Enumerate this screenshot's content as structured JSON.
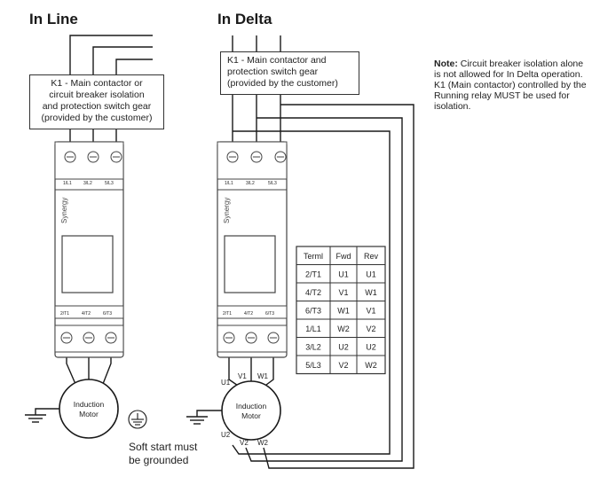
{
  "in_line": {
    "title": "In Line",
    "k1_box": [
      "K1 - Main contactor or",
      "circuit breaker isolation",
      "and protection switch gear",
      "(provided by the customer)"
    ],
    "motor_label": [
      "Induction",
      "Motor"
    ],
    "ground_note": [
      "Soft start must",
      "be grounded"
    ]
  },
  "in_delta": {
    "title": "In Delta",
    "k1_box": [
      "K1 - Main contactor and",
      "protection switch gear",
      "(provided by the customer)"
    ],
    "motor_label": [
      "Induction",
      "Motor"
    ],
    "terminals": {
      "u1": "U1",
      "v1": "V1",
      "w1": "W1",
      "u2": "U2",
      "v2": "V2",
      "w2": "W2"
    }
  },
  "device": {
    "brand": "Synergy",
    "top_terminals": [
      "1/L1",
      "3/L2",
      "5/L3"
    ],
    "bottom_terminals": [
      "2/T1",
      "4/T2",
      "6/T3"
    ]
  },
  "note": {
    "bold": "Note:",
    "text": "Circuit breaker isolation alone is not allowed for In Delta operation. K1 (Main contactor) controlled by the Running relay MUST be used for isolation."
  },
  "table": {
    "headers": [
      "Terml",
      "Fwd",
      "Rev"
    ],
    "rows": [
      [
        "2/T1",
        "U1",
        "U1"
      ],
      [
        "4/T2",
        "V1",
        "W1"
      ],
      [
        "6/T3",
        "W1",
        "V1"
      ],
      [
        "1/L1",
        "W2",
        "V2"
      ],
      [
        "3/L2",
        "U2",
        "U2"
      ],
      [
        "5/L3",
        "V2",
        "W2"
      ]
    ]
  },
  "colors": {
    "line": "#1a1a1a",
    "device_body": "#ffffff",
    "device_stroke": "#444444"
  }
}
